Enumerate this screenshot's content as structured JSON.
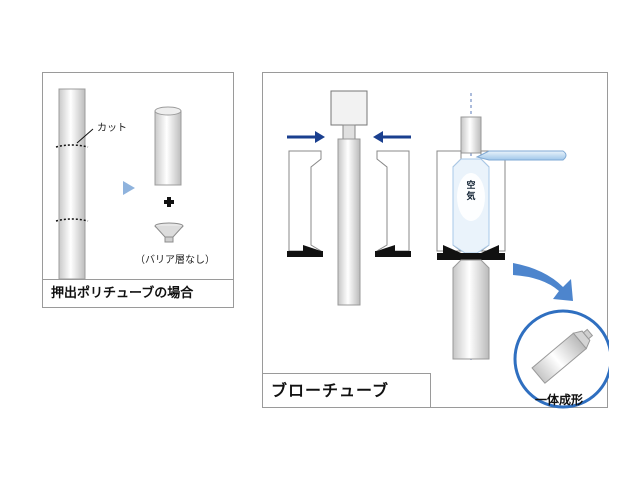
{
  "left_panel": {
    "cut_label": "カット",
    "no_barrier_label": "（バリア層なし）",
    "caption": "押出ポリチューブの場合"
  },
  "right_panel": {
    "caption": "ブローチューブ",
    "air_label": "空気",
    "result_label": "一体成形"
  },
  "colors": {
    "arrow_blue": "#1a3f8f",
    "curve_arrow": "#3a78c8",
    "circle_border": "#2f6fc0",
    "mold_black": "#111111"
  }
}
